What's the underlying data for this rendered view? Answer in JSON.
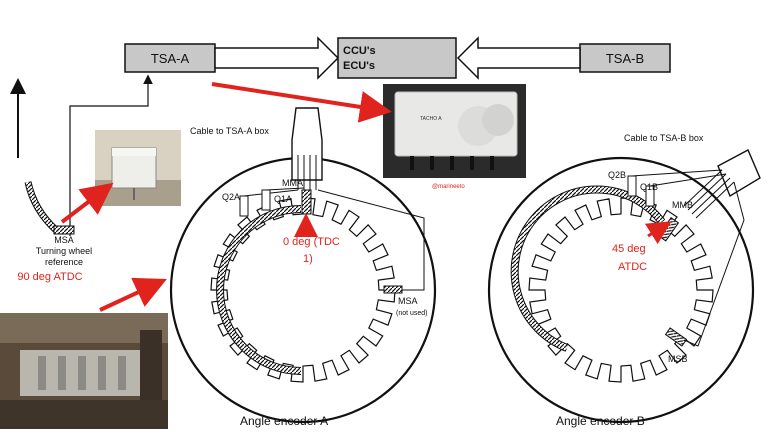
{
  "boxes": {
    "tsa_a": "TSA-A",
    "tsa_b": "TSA-B",
    "ccu_line1": "CCU's",
    "ccu_line2": "ECU's"
  },
  "cables": {
    "to_tsa_a": "Cable to TSA-A box",
    "to_tsa_b": "Cable to TSA-B box"
  },
  "sensors": {
    "q2a": "Q2A",
    "q1a": "Q1A",
    "mma": "MMA",
    "msa": "MSA",
    "msa_note": "(not used)",
    "q2b": "Q2B",
    "q1b": "Q1B",
    "mmb": "MMB",
    "msb": "MSB"
  },
  "turning_wheel": {
    "sensor": "MSA",
    "line1": "Turning wheel",
    "line2": "reference",
    "angle": "90 deg ATDC"
  },
  "encoder_a": {
    "angle_line1": "0 deg   (TDC",
    "angle_line2": "1)",
    "caption": "Angle encoder A"
  },
  "encoder_b": {
    "angle_line1": "45 deg",
    "angle_line2": "ATDC",
    "caption": "Angle encoder B"
  },
  "photo_unit": {
    "brand": "TACHO A",
    "watermark": "@marineeto"
  },
  "colors": {
    "red": "#e0231d",
    "box_fill": "#c8c8c8",
    "black": "#111111"
  }
}
